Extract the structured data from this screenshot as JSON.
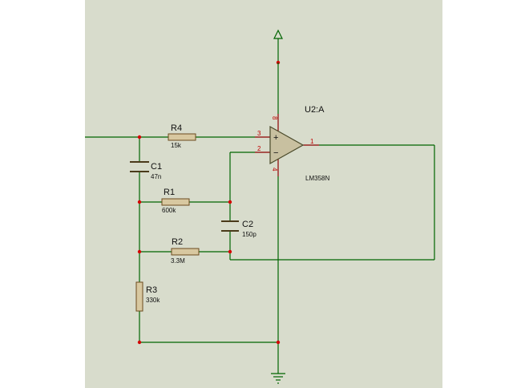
{
  "colors": {
    "canvas": "#d8dccc",
    "outer": "#ffffff",
    "wire": "#006400",
    "pin": "#8b0000",
    "node": "#d40000"
  },
  "opamp": {
    "ref": "U2:A",
    "model": "LM358N",
    "pin_plus": "3",
    "pin_minus": "2",
    "pin_out": "1",
    "pin_vcc": "8",
    "pin_gnd": "4",
    "plus_sign": "+",
    "minus_sign": "−"
  },
  "components": {
    "R4": {
      "ref": "R4",
      "value": "15k"
    },
    "C1": {
      "ref": "C1",
      "value": "47n"
    },
    "R1": {
      "ref": "R1",
      "value": "600k"
    },
    "C2": {
      "ref": "C2",
      "value": "150p"
    },
    "R2": {
      "ref": "R2",
      "value": "3.3M"
    },
    "R3": {
      "ref": "R3",
      "value": "330k"
    }
  },
  "icons": {
    "power": "power-terminal-icon",
    "ground": "ground-terminal-icon"
  }
}
